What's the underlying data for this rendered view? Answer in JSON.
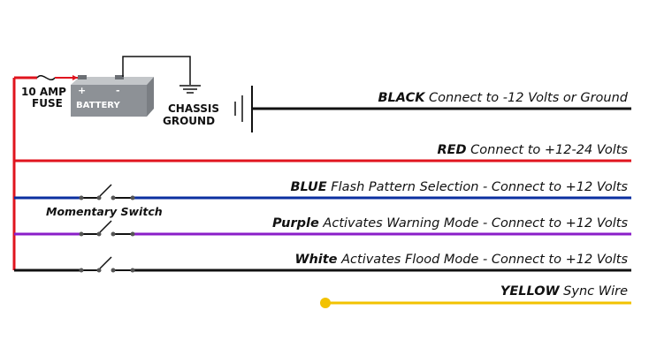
{
  "colors": {
    "red": "#e0141e",
    "black": "#111111",
    "blue": "#0b2fa0",
    "purple": "#8a1ec8",
    "yellow": "#f2c200",
    "battery": "#9ea2a6"
  },
  "fuse": {
    "line1": "10 AMP",
    "line2": "FUSE"
  },
  "battery": {
    "label": "BATTERY",
    "plus": "+",
    "minus": "-"
  },
  "chassis": {
    "line1": "CHASSIS",
    "line2": "GROUND"
  },
  "switch_label": "Momentary Switch",
  "wires": [
    {
      "key": "black",
      "name": "BLACK",
      "desc": " Connect to -12 Volts or Ground"
    },
    {
      "key": "red",
      "name": "RED",
      "desc": " Connect to +12-24 Volts"
    },
    {
      "key": "blue",
      "name": "BLUE",
      "desc": " Flash Pattern Selection - Connect to +12 Volts"
    },
    {
      "key": "purple",
      "name": "Purple",
      "desc": " Activates Warning Mode - Connect to +12 Volts"
    },
    {
      "key": "white",
      "name": "White",
      "desc": " Activates Flood Mode - Connect to +12 Volts"
    },
    {
      "key": "yellow",
      "name": "YELLOW",
      "desc": " Sync Wire"
    }
  ]
}
